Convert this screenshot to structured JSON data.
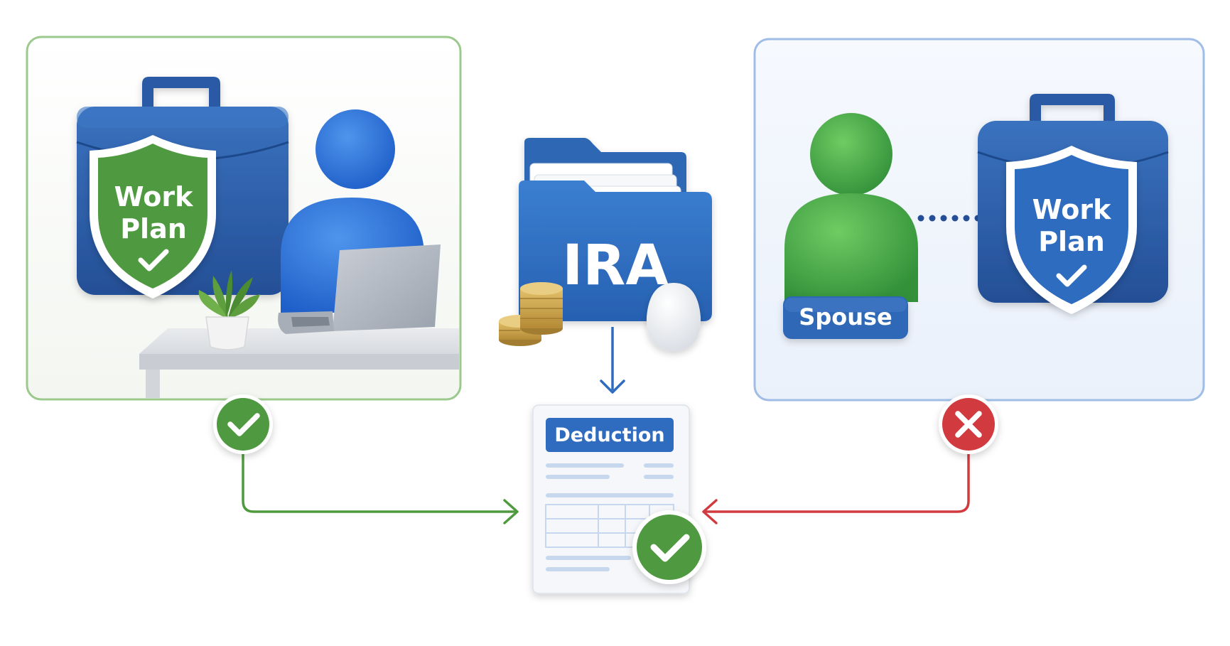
{
  "left_panel": {
    "shield_line1": "Work",
    "shield_line2": "Plan"
  },
  "center": {
    "folder_label": "IRA",
    "form_title": "Deduction"
  },
  "right_panel": {
    "person_tag": "Spouse",
    "shield_line1": "Work",
    "shield_line2": "Plan"
  },
  "colors": {
    "green_accent": "#4f9a3f",
    "blue_accent": "#2f6cc0",
    "red_accent": "#d13b40",
    "folder_blue": "#2f6fbf",
    "panel_green_border": "#9cc98d",
    "panel_blue_border": "#9fbde6"
  },
  "icons": {
    "left_status": "check-icon",
    "right_status": "cross-icon",
    "form_status": "check-icon"
  }
}
